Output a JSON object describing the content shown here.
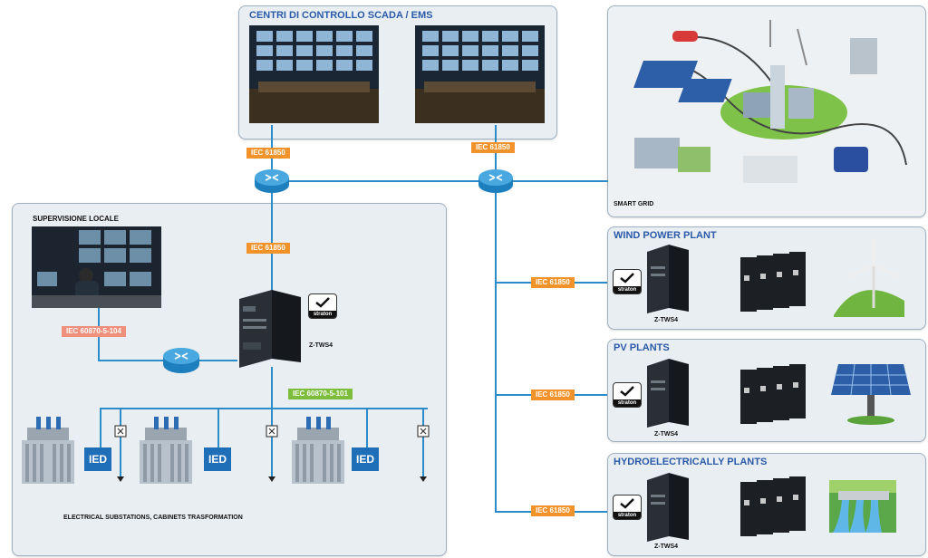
{
  "scada": {
    "title": "CENTRI DI CONTROLLO SCADA / EMS"
  },
  "local": {
    "title": "SUPERVISIONE LOCALE",
    "device": "Z-TWS4",
    "substations": "ELECTRICAL SUBSTATIONS, CABINETS  TRASFORMATION",
    "ied": "IED"
  },
  "smartgrid": {
    "title": "SMART GRID"
  },
  "wind": {
    "title": "WIND POWER PLANT",
    "device": "Z-TWS4"
  },
  "pv": {
    "title": "PV PLANTS",
    "device": "Z-TWS4"
  },
  "hydro": {
    "title": "HYDROELECTRICALLY PLANTS",
    "device": "Z-TWS4"
  },
  "protocols": {
    "iec61850": "IEC 61850",
    "iec104": "IEC 60870-5-104",
    "iec101": "IEC 60870-5-101"
  },
  "straton": "straton",
  "colors": {
    "accent": "#2a5aa8",
    "line": "#2a8cc8",
    "orange": "#f2922a",
    "green": "#7dbd3c",
    "salmon": "#ef8f7c"
  }
}
